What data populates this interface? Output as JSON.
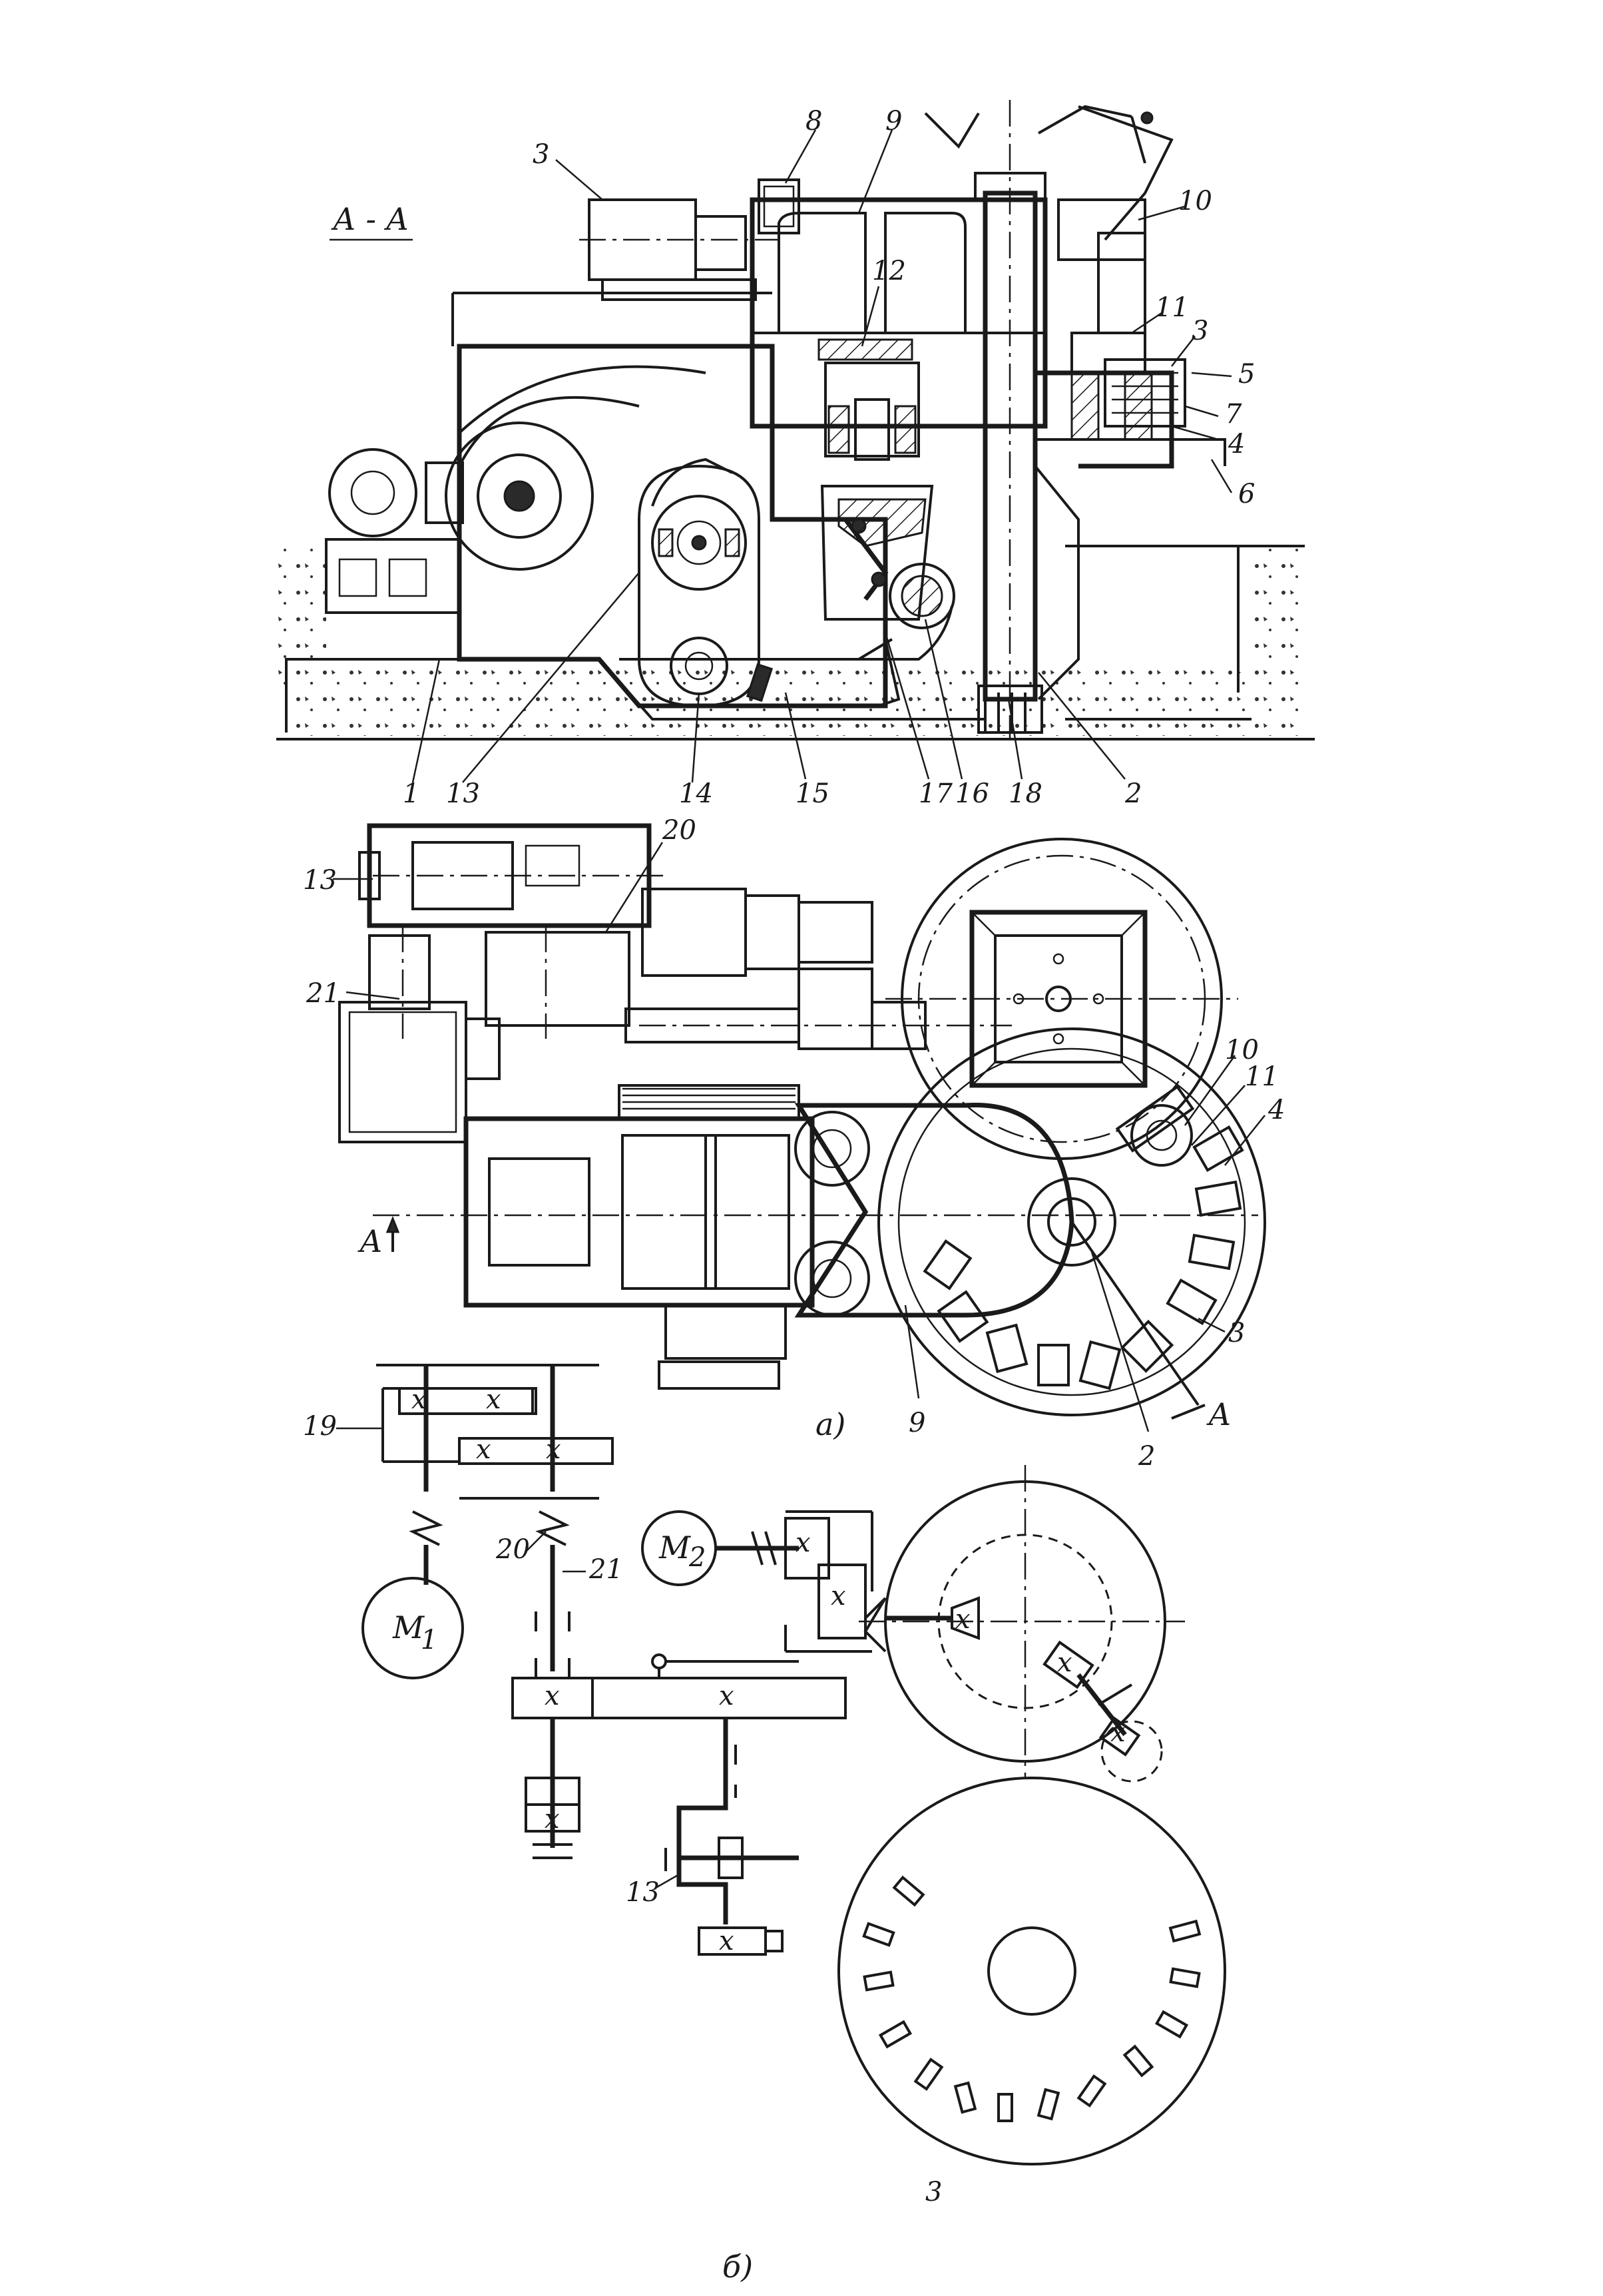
{
  "section_title": "А - А",
  "view_labels": {
    "a": "а)",
    "b": "б)"
  },
  "section_marks": {
    "left": "А",
    "right": "А"
  },
  "motors": {
    "m1": "М",
    "m1_sub": "1",
    "m2": "М",
    "m2_sub": "2"
  },
  "section_callouts": [
    "3",
    "8",
    "9",
    "10",
    "12",
    "11",
    "3",
    "5",
    "7",
    "4",
    "6",
    "1",
    "13",
    "14",
    "15",
    "17",
    "16",
    "18",
    "2"
  ],
  "plan_callouts": [
    "13",
    "20",
    "21",
    "10",
    "11",
    "4",
    "3",
    "9",
    "2"
  ],
  "scheme_callouts": [
    "19",
    "20",
    "21",
    "13",
    "3"
  ],
  "gear_marks": {
    "x": "x"
  }
}
